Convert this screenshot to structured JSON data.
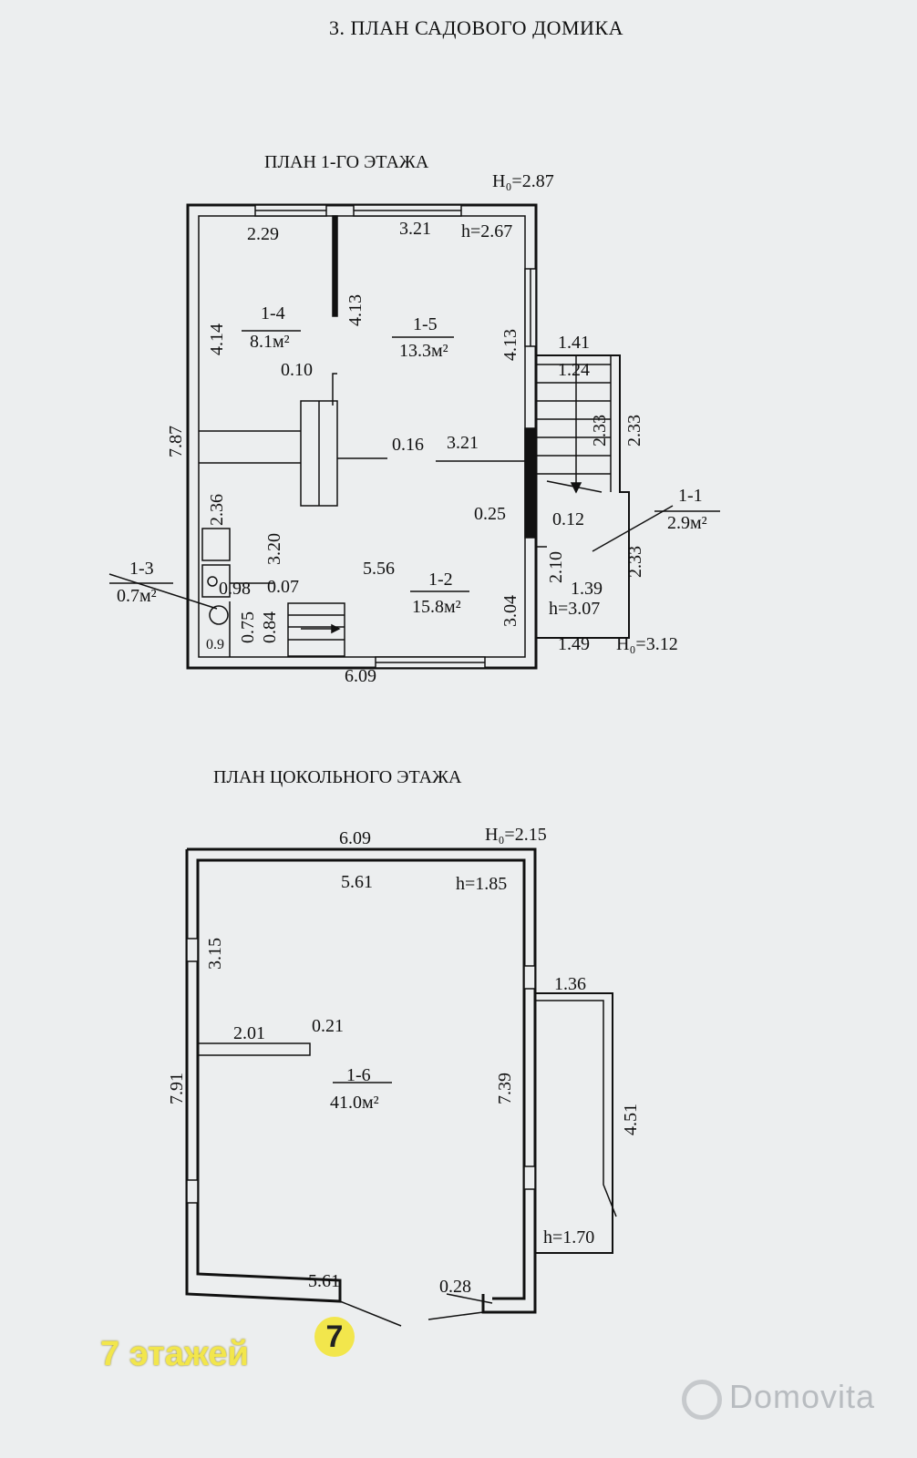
{
  "title": "3. ПЛАН САДОВОГО ДОМИКА",
  "floor1": {
    "title": "ПЛАН 1-ГО ЭТАЖА",
    "H0_top": "H₀=2.87",
    "h_main": "h=2.67",
    "h_porch": "h=3.07",
    "H0_porch": "H₀=3.12",
    "rooms": [
      {
        "id": "1-1",
        "area": "2.9м²"
      },
      {
        "id": "1-2",
        "area": "15.8м²"
      },
      {
        "id": "1-3",
        "area": "0.7м²"
      },
      {
        "id": "1-4",
        "area": "8.1м²"
      },
      {
        "id": "1-5",
        "area": "13.3м²"
      }
    ],
    "dims": {
      "top_left": "2.29",
      "top_right": "3.21",
      "left_room14": "4.14",
      "inner_413": "4.13",
      "right_413": "4.13",
      "d010": "0.10",
      "left_total": "7.87",
      "d016": "0.16",
      "d321": "3.21",
      "d236": "2.36",
      "d320": "3.20",
      "d556": "5.56",
      "d098": "0.98",
      "d007": "0.07",
      "d075": "0.75",
      "d084": "0.84",
      "d09": "0.9",
      "d025": "0.25",
      "d012": "0.12",
      "d210": "2.10",
      "d304": "3.04",
      "bottom": "6.09",
      "stair_141": "1.41",
      "stair_124": "1.24",
      "stair_233a": "2.33",
      "stair_233b": "2.33",
      "porch_233": "2.33",
      "porch_139": "1.39",
      "porch_149": "1.49"
    }
  },
  "basement": {
    "title": "ПЛАН ЦОКОЛЬНОГО ЭТАЖА",
    "H0": "H₀=2.15",
    "h_main": "h=1.85",
    "h_side": "h=1.70",
    "room": {
      "id": "1-6",
      "area": "41.0м²"
    },
    "dims": {
      "top_outer": "6.09",
      "top_inner": "5.61",
      "left_315": "3.15",
      "left_total": "7.91",
      "d201": "2.01",
      "d021": "0.21",
      "right_739": "7.39",
      "side_136": "1.36",
      "side_451": "4.51",
      "bottom_561": "5.61",
      "d028": "0.28"
    }
  },
  "badge": {
    "text": "7 этажей",
    "logo": "7"
  },
  "watermark": "Domovita"
}
